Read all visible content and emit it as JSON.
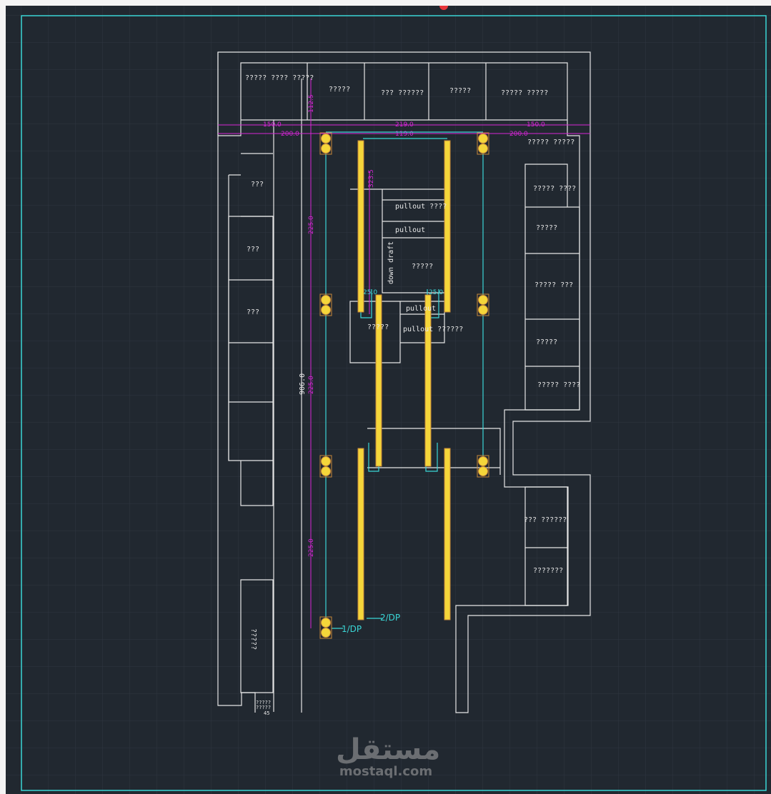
{
  "drawing": {
    "top_rooms": [
      "????? ???? ?????",
      "?????",
      "??? ??????",
      "?????",
      "????? ?????"
    ],
    "right_rooms": [
      "????? ?????",
      "????? ????",
      "?????",
      "????? ???",
      "?????",
      "????? ????",
      "??? ??????",
      "???????"
    ],
    "left_rooms": [
      "???",
      "???",
      "???",
      "?????"
    ],
    "center_labels": {
      "pullout_1": "pullout ????",
      "pullout_2": "pullout",
      "down_draft": "down draft",
      "center_room": "?????",
      "pullout_3": "pullout",
      "pullout_4": "pullout ??????",
      "left_box": "?????"
    },
    "dimensions": {
      "d150_left": "150.0",
      "d219": "219.0",
      "d150_right": "150.0",
      "d200_left": "200.0",
      "d119": "119.0",
      "d200_right": "200.0",
      "d112": "112.5",
      "d323": "323.5",
      "d225_a": "225.0",
      "d225_b": "225.0",
      "d225_c": "225.0",
      "d906": "906.0",
      "d25_left": "25.0",
      "d25_right": "25.0"
    },
    "circuits": {
      "dp1": "1/DP",
      "dp2": "2/DP"
    },
    "corner_note": {
      "line1": "?????",
      "line2": "?????",
      "value": "45"
    }
  },
  "watermark": {
    "arabic": "مستقل",
    "site": "mostaql.com"
  },
  "colors": {
    "background": "#212830",
    "frame": "#3ad6d6",
    "dimension": "#d626d6",
    "fixture": "#f5d63a",
    "wall": "#e6e6e6"
  }
}
